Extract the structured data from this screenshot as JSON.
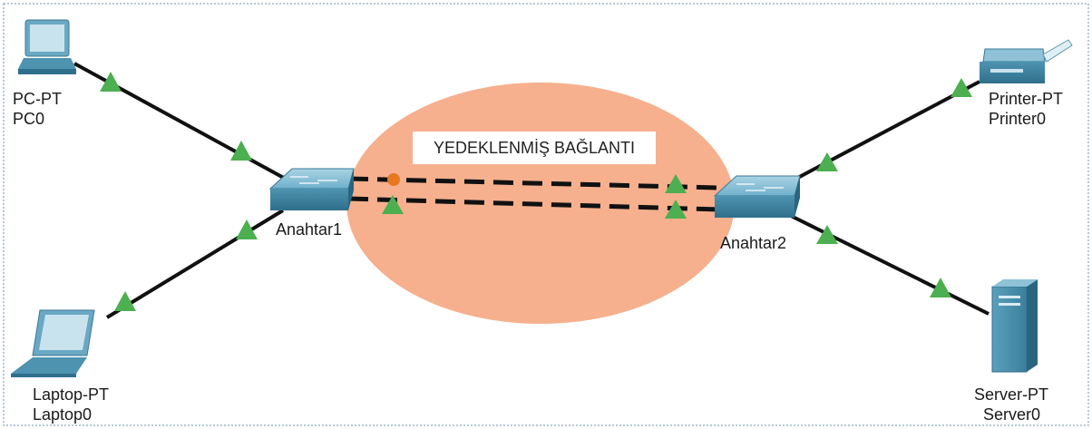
{
  "diagram": {
    "redundant_label": "YEDEKLENMİŞ BAĞLANTI",
    "devices": {
      "pc": {
        "type": "PC-PT",
        "name": "PC0"
      },
      "laptop": {
        "type": "Laptop-PT",
        "name": "Laptop0"
      },
      "switch1": {
        "name": "Anahtar1"
      },
      "switch2": {
        "name": "Anahtar2"
      },
      "printer": {
        "type": "Printer-PT",
        "name": "Printer0"
      },
      "server": {
        "type": "Server-PT",
        "name": "Server0"
      }
    },
    "link_status": {
      "up": "green-triangle",
      "blocking": "orange-dot"
    },
    "colors": {
      "redundancy_zone": "#f6b08e",
      "link_up": "#4caf50",
      "link_blocked": "#e87722",
      "device_blue": "#5fa6c3",
      "border": "#9fb4d4"
    }
  }
}
